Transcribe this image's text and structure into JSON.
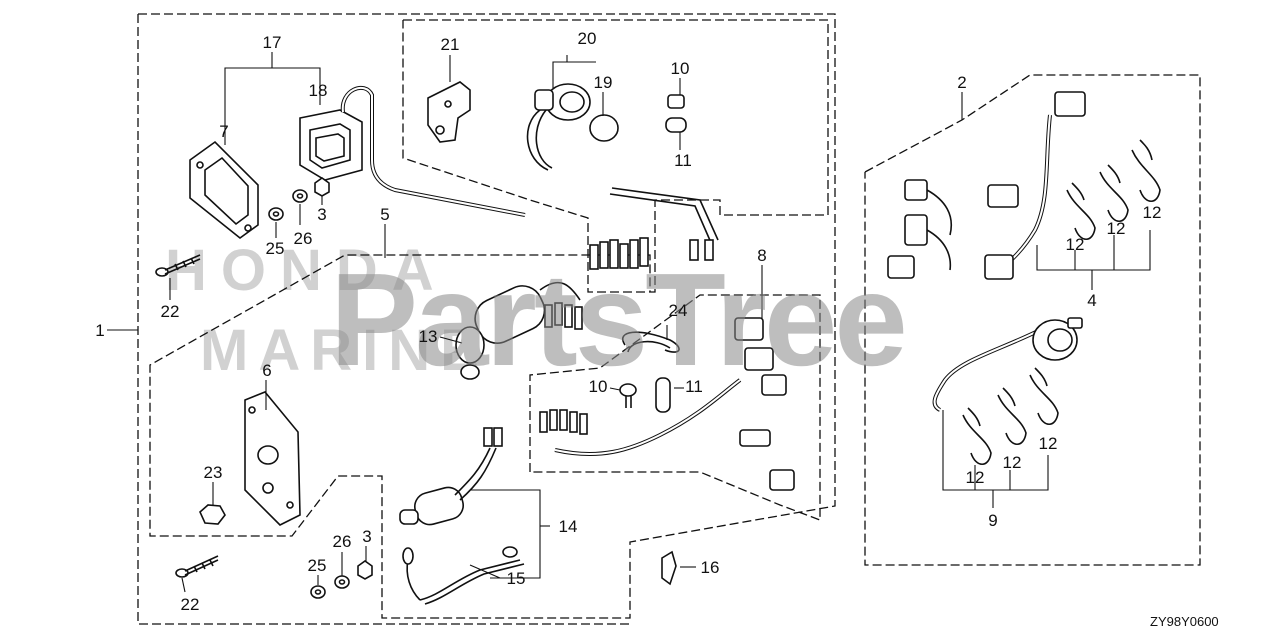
{
  "watermark": {
    "brand": "PartsTree",
    "dotted_text": "HONDA",
    "dotted_text_2": "MARINE"
  },
  "diagram_code": "ZY98Y0600",
  "callouts": [
    {
      "id": "c1",
      "label": "1"
    },
    {
      "id": "c2",
      "label": "2"
    },
    {
      "id": "c3a",
      "label": "3"
    },
    {
      "id": "c3b",
      "label": "3"
    },
    {
      "id": "c4",
      "label": "4"
    },
    {
      "id": "c5",
      "label": "5"
    },
    {
      "id": "c6",
      "label": "6"
    },
    {
      "id": "c7",
      "label": "7"
    },
    {
      "id": "c8",
      "label": "8"
    },
    {
      "id": "c9",
      "label": "9"
    },
    {
      "id": "c10a",
      "label": "10"
    },
    {
      "id": "c10b",
      "label": "10"
    },
    {
      "id": "c11a",
      "label": "11"
    },
    {
      "id": "c11b",
      "label": "11"
    },
    {
      "id": "c12a",
      "label": "12"
    },
    {
      "id": "c12b",
      "label": "12"
    },
    {
      "id": "c12c",
      "label": "12"
    },
    {
      "id": "c12d",
      "label": "12"
    },
    {
      "id": "c12e",
      "label": "12"
    },
    {
      "id": "c12f",
      "label": "12"
    },
    {
      "id": "c13",
      "label": "13"
    },
    {
      "id": "c14",
      "label": "14"
    },
    {
      "id": "c15",
      "label": "15"
    },
    {
      "id": "c16",
      "label": "16"
    },
    {
      "id": "c17",
      "label": "17"
    },
    {
      "id": "c18",
      "label": "18"
    },
    {
      "id": "c19",
      "label": "19"
    },
    {
      "id": "c20",
      "label": "20"
    },
    {
      "id": "c21",
      "label": "21"
    },
    {
      "id": "c22a",
      "label": "22"
    },
    {
      "id": "c22b",
      "label": "22"
    },
    {
      "id": "c23",
      "label": "23"
    },
    {
      "id": "c24",
      "label": "24"
    },
    {
      "id": "c25a",
      "label": "25"
    },
    {
      "id": "c25b",
      "label": "25"
    },
    {
      "id": "c26a",
      "label": "26"
    },
    {
      "id": "c26b",
      "label": "26"
    }
  ]
}
